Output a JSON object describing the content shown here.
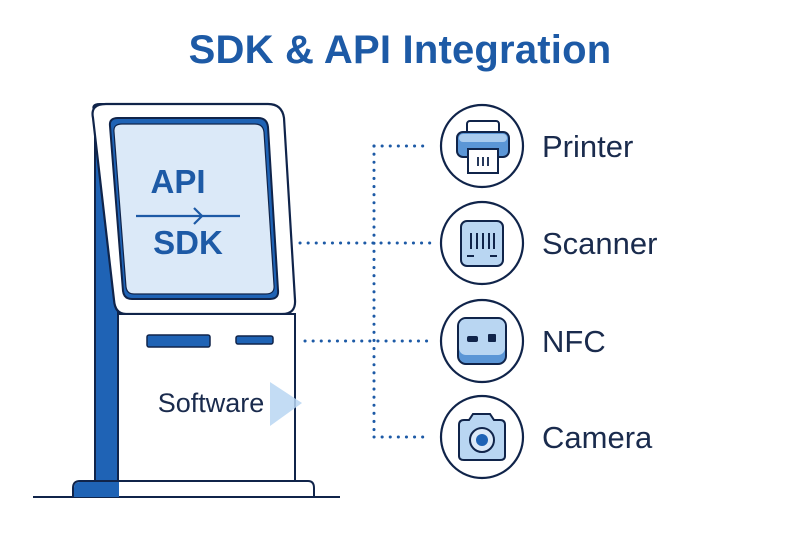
{
  "title": "SDK & API Integration",
  "kiosk": {
    "screen_top_label": "API",
    "screen_bottom_label": "SDK",
    "body_label": "Software"
  },
  "devices": [
    {
      "label": "Printer",
      "icon": "printer-icon"
    },
    {
      "label": "Scanner",
      "icon": "barcode-scanner-icon"
    },
    {
      "label": "NFC",
      "icon": "nfc-reader-icon"
    },
    {
      "label": "Camera",
      "icon": "camera-icon"
    }
  ],
  "colors": {
    "primary": "#1d5aa6",
    "dark_outline": "#10244a",
    "light_fill": "#dbe9f8",
    "mid_fill": "#a9cbee",
    "text_dark": "#1a2b4d"
  }
}
